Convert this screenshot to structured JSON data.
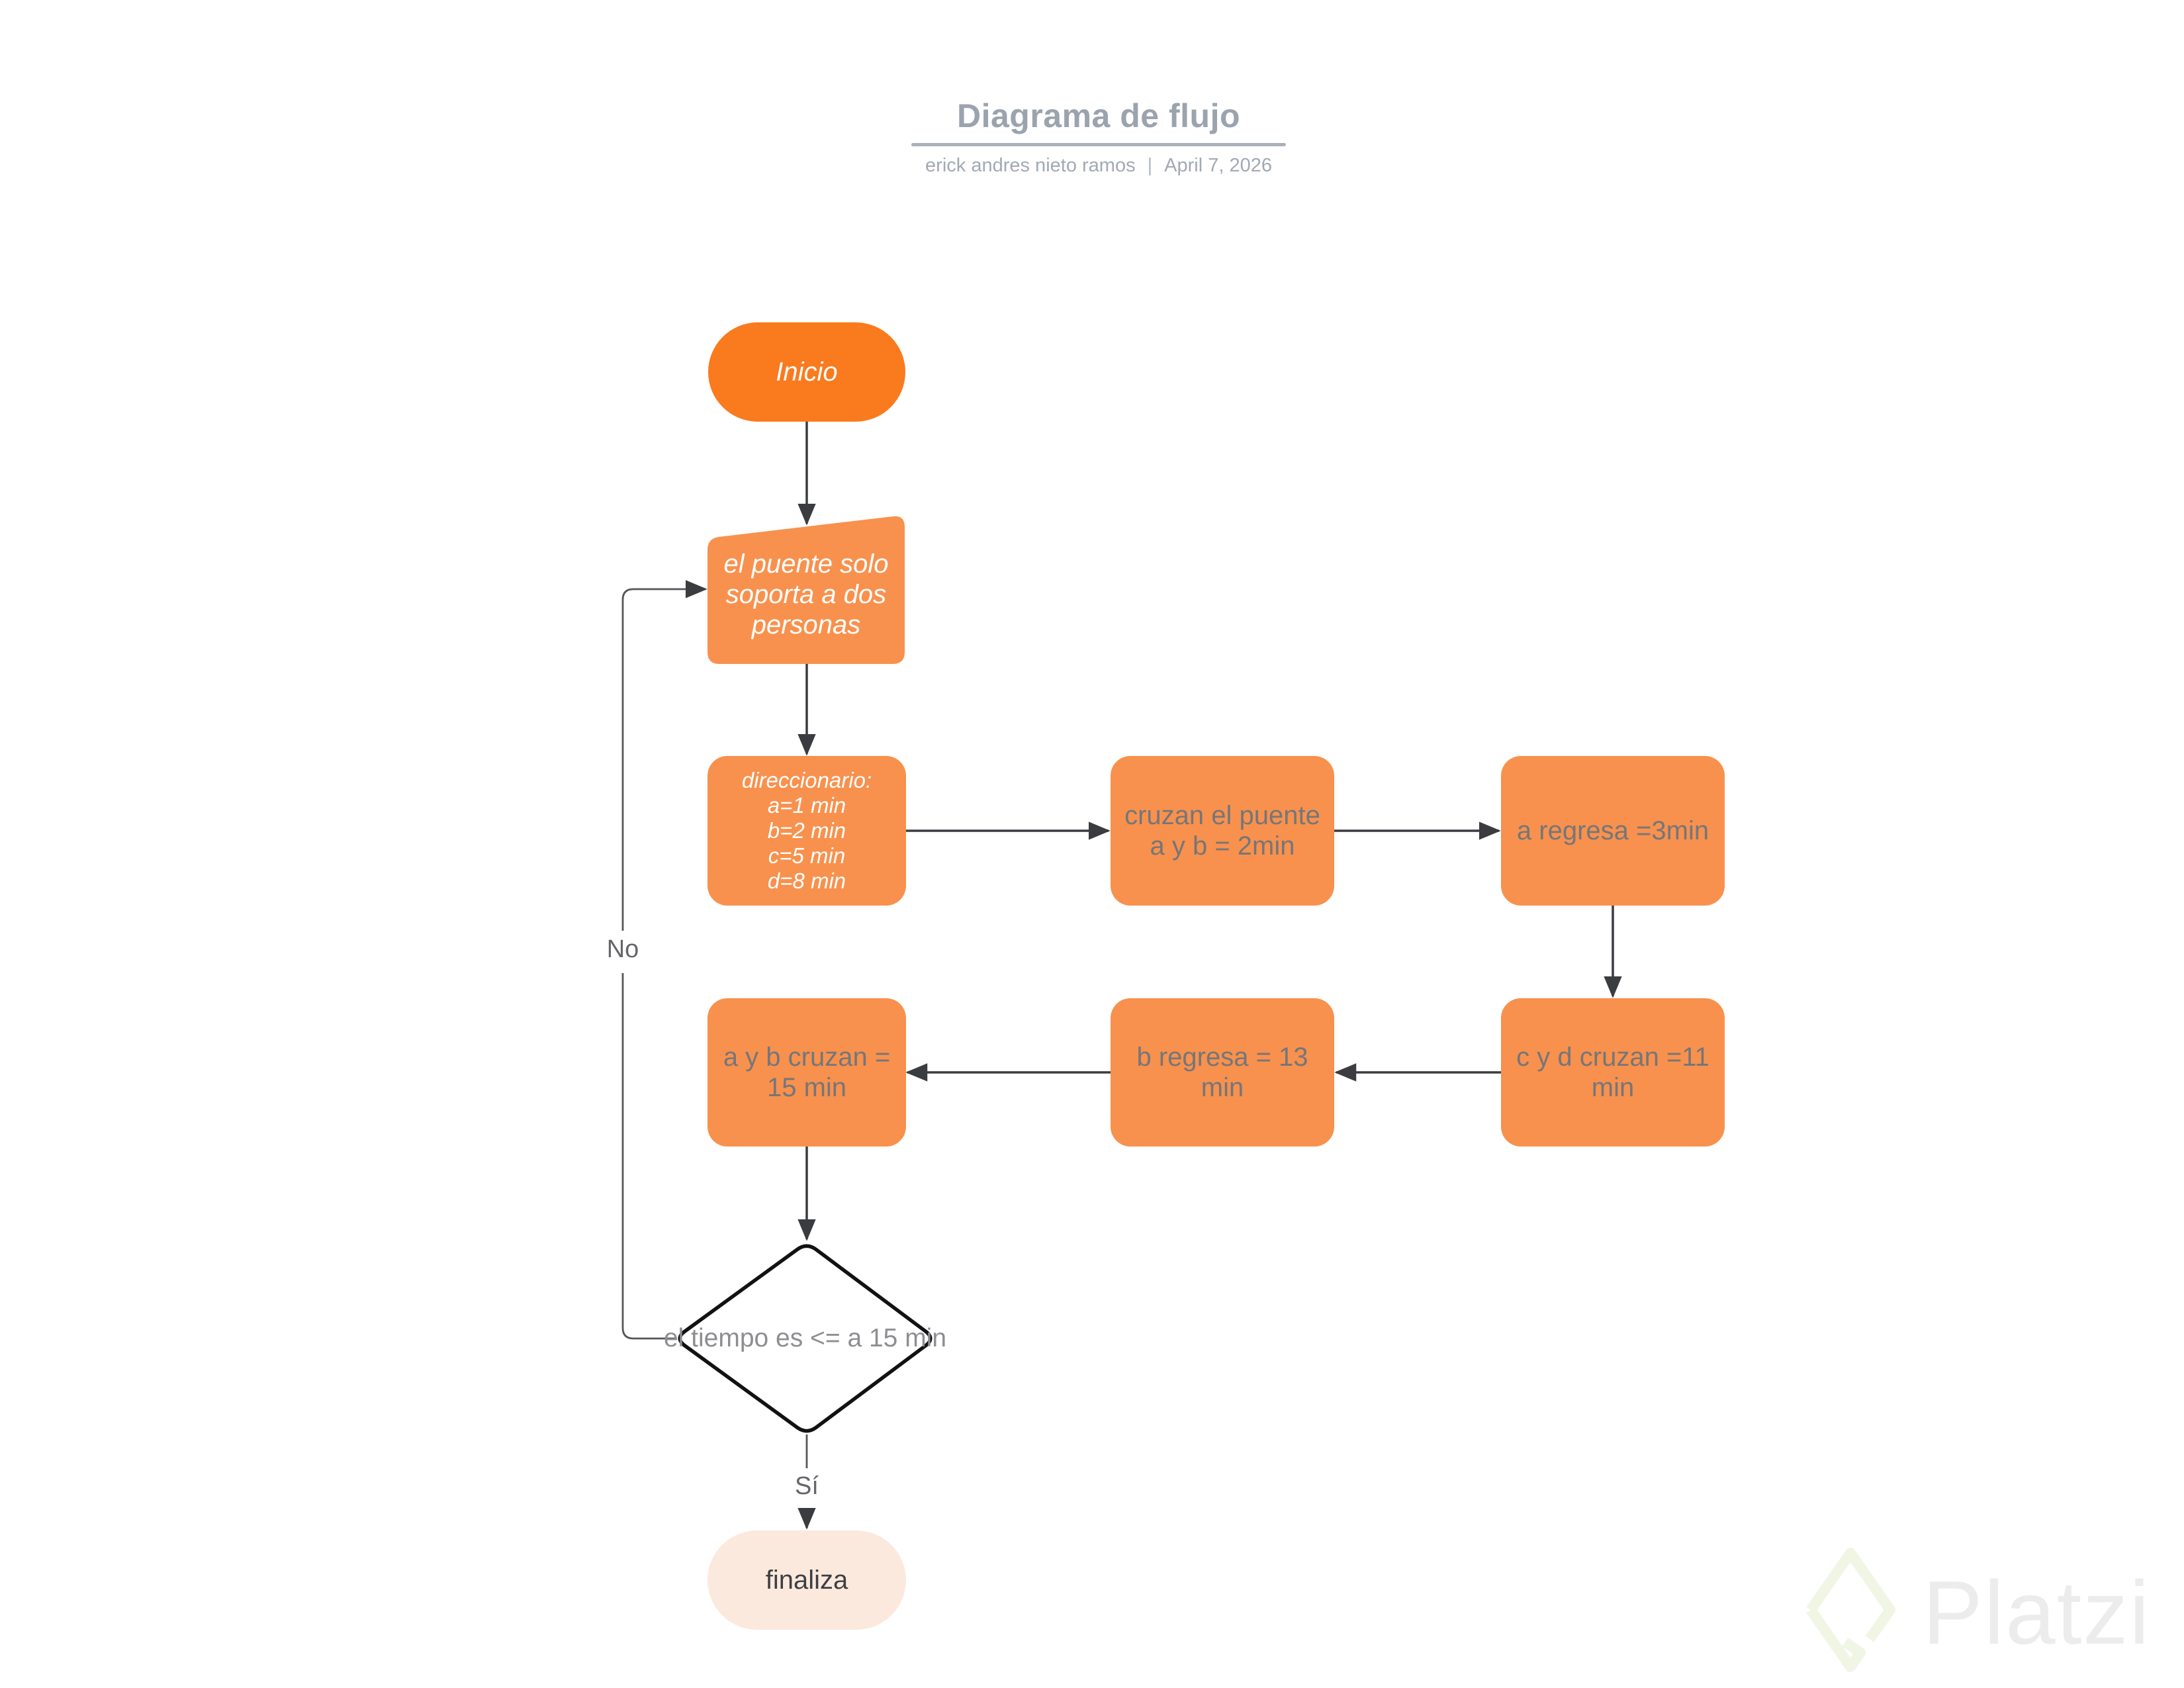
{
  "header": {
    "title": "Diagrama de flujo",
    "author": "erick andres nieto ramos",
    "divider": "|",
    "date": "April 7, 2026"
  },
  "flow": {
    "nodes": {
      "inicio": {
        "label": "Inicio"
      },
      "puente": {
        "label": "el puente solo\nsoporta a dos\npersonas"
      },
      "direccionario": {
        "label": "direccionario:\na=1 min\nb=2 min\nc=5 min\nd=8 min"
      },
      "cruzan": {
        "label": "cruzan el puente\na y b = 2min"
      },
      "a_regresa": {
        "label": "a regresa =3min"
      },
      "c_y_d": {
        "label": "c y d cruzan =11\nmin"
      },
      "b_regresa": {
        "label": "b regresa = 13\nmin"
      },
      "a_y_b": {
        "label": "a y b cruzan =\n15 min"
      },
      "decision": {
        "label": "el tiempo es <= a 15 min"
      },
      "finaliza": {
        "label": "finaliza"
      }
    },
    "edge_labels": {
      "no": "No",
      "si": "Sí"
    }
  },
  "watermark": {
    "brand": "Platzi"
  },
  "colors": {
    "start_fill": "#FA7A1E",
    "process_fill": "#F8914D",
    "end_fill": "#FCE9DD",
    "decision_border": "#121212",
    "connector": "#3B3C40",
    "title_gray": "#9BA3AE",
    "node_text_gray": "#74767B",
    "node_text_white": "#FFFFFF",
    "watermark_text": "#ECECEC",
    "watermark_icon": "#F1F5E4"
  }
}
